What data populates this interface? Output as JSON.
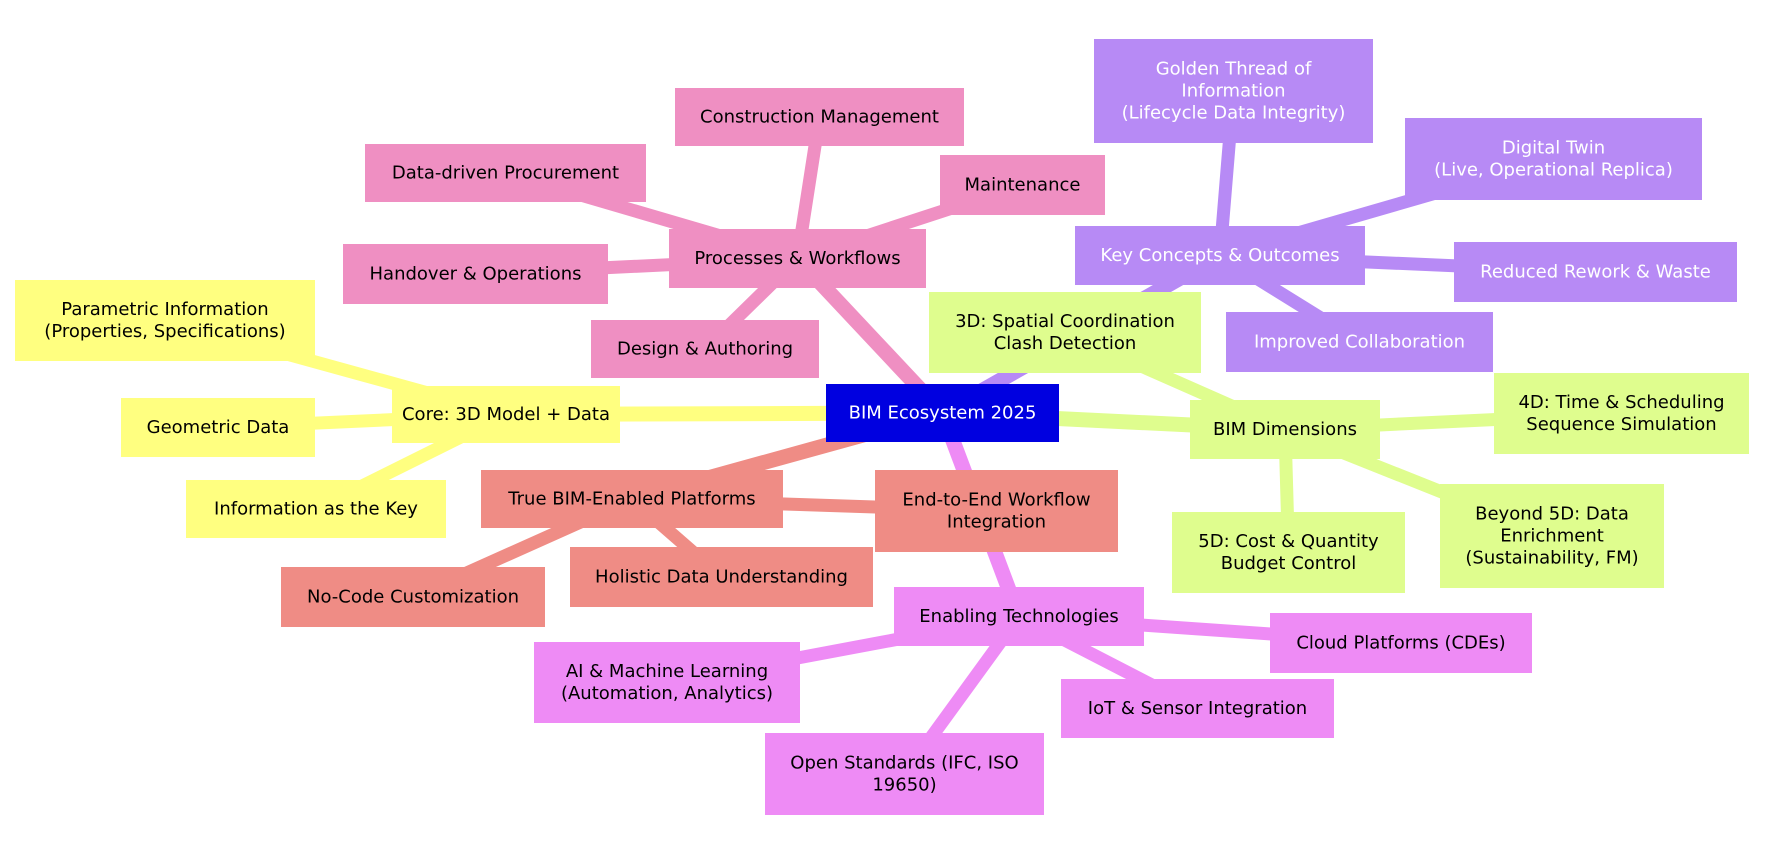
{
  "root": {
    "id": "root",
    "lines": [
      "BIM Ecosystem 2025"
    ]
  },
  "branches": [
    {
      "id": "core",
      "color": "#ffff80",
      "text_color": "#000000",
      "node": {
        "lines": [
          "Core: 3D Model + Data"
        ]
      },
      "children": [
        {
          "id": "core-parametric",
          "lines": [
            "Parametric Information",
            "(Properties, Specifications)"
          ]
        },
        {
          "id": "core-geometric",
          "lines": [
            "Geometric Data"
          ]
        },
        {
          "id": "core-information",
          "lines": [
            "Information as the Key"
          ]
        }
      ]
    },
    {
      "id": "processes",
      "color": "#ef8fc2",
      "text_color": "#000000",
      "node": {
        "lines": [
          "Processes & Workflows"
        ]
      },
      "children": [
        {
          "id": "proc-construction",
          "lines": [
            "Construction Management"
          ]
        },
        {
          "id": "proc-procurement",
          "lines": [
            "Data-driven Procurement"
          ]
        },
        {
          "id": "proc-maintenance",
          "lines": [
            "Maintenance"
          ]
        },
        {
          "id": "proc-handover",
          "lines": [
            "Handover & Operations"
          ]
        },
        {
          "id": "proc-design",
          "lines": [
            "Design & Authoring"
          ]
        }
      ]
    },
    {
      "id": "concepts",
      "color": "#b78af5",
      "text_color": "#ffffff",
      "node": {
        "lines": [
          "Key Concepts & Outcomes"
        ]
      },
      "children": [
        {
          "id": "concept-golden",
          "lines": [
            "Golden Thread of",
            "Information",
            "(Lifecycle Data Integrity)"
          ]
        },
        {
          "id": "concept-twin",
          "lines": [
            "Digital Twin",
            "(Live, Operational Replica)"
          ]
        },
        {
          "id": "concept-rework",
          "lines": [
            "Reduced Rework & Waste"
          ]
        },
        {
          "id": "concept-collab",
          "lines": [
            "Improved Collaboration"
          ]
        }
      ]
    },
    {
      "id": "dimensions",
      "color": "#dffd8e",
      "text_color": "#000000",
      "node": {
        "lines": [
          "BIM Dimensions"
        ]
      },
      "children": [
        {
          "id": "dim-3d",
          "lines": [
            "3D: Spatial Coordination",
            "Clash Detection"
          ]
        },
        {
          "id": "dim-4d",
          "lines": [
            "4D: Time & Scheduling",
            "Sequence Simulation"
          ]
        },
        {
          "id": "dim-5d",
          "lines": [
            "5D: Cost & Quantity",
            "Budget Control"
          ]
        },
        {
          "id": "dim-beyond",
          "lines": [
            "Beyond 5D: Data",
            "Enrichment",
            "(Sustainability, FM)"
          ]
        }
      ]
    },
    {
      "id": "platforms",
      "color": "#ef8c85",
      "text_color": "#000000",
      "node": {
        "lines": [
          "True BIM-Enabled Platforms"
        ]
      },
      "children": [
        {
          "id": "plat-nocode",
          "lines": [
            "No-Code Customization"
          ]
        },
        {
          "id": "plat-holistic",
          "lines": [
            "Holistic Data Understanding"
          ]
        },
        {
          "id": "plat-e2e",
          "lines": [
            "End-to-End Workflow",
            "Integration"
          ]
        }
      ]
    },
    {
      "id": "technologies",
      "color": "#ee8bf5",
      "text_color": "#000000",
      "node": {
        "lines": [
          "Enabling Technologies"
        ]
      },
      "children": [
        {
          "id": "tech-ai",
          "lines": [
            "AI & Machine Learning",
            "(Automation, Analytics)"
          ]
        },
        {
          "id": "tech-cloud",
          "lines": [
            "Cloud Platforms (CDEs)"
          ]
        },
        {
          "id": "tech-iot",
          "lines": [
            "IoT & Sensor Integration"
          ]
        },
        {
          "id": "tech-open",
          "lines": [
            "Open Standards (IFC, ISO",
            "19650)"
          ]
        }
      ]
    }
  ],
  "colors": {
    "root_fill": "#0000e0",
    "root_text": "#ffffff",
    "background": "#ffffff"
  }
}
